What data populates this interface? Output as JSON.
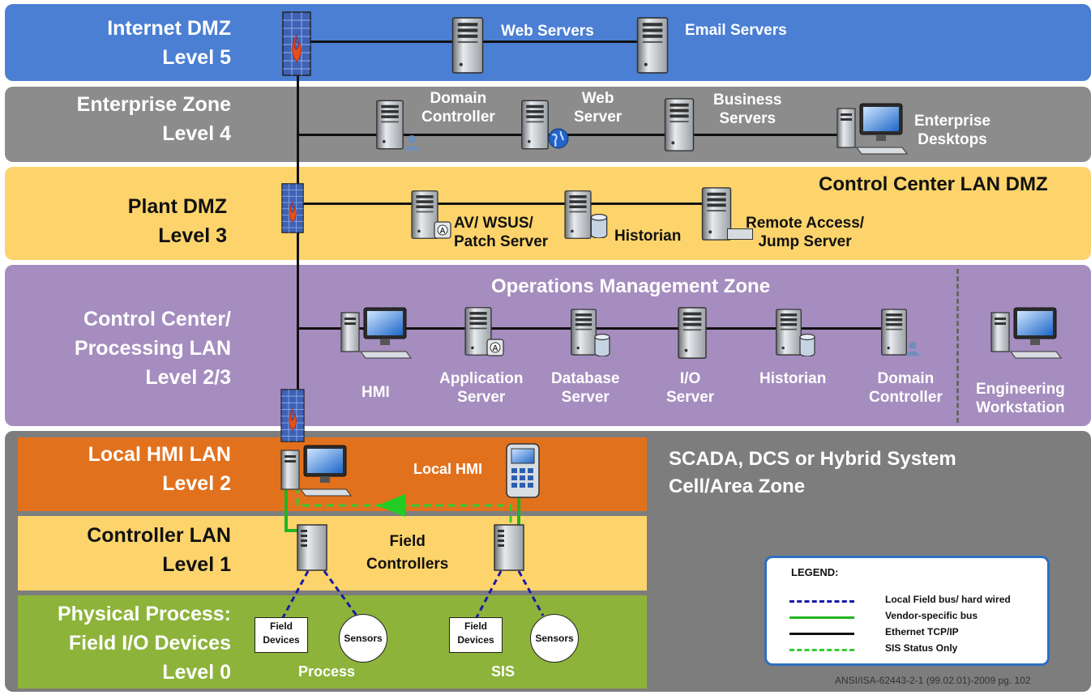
{
  "levels": {
    "internet_dmz": {
      "name": "Internet DMZ",
      "level": "Level 5",
      "color": "#4a7fd4"
    },
    "enterprise": {
      "name": "Enterprise Zone",
      "level": "Level 4",
      "color": "#8c8c8c"
    },
    "plant_dmz": {
      "name": "Plant DMZ",
      "level": "Level 3",
      "color": "#fdd46b"
    },
    "control_center": {
      "line1": "Control Center/",
      "line2": "Processing LAN",
      "level": "Level 2/3",
      "color": "#a58dbf"
    },
    "local_hmi": {
      "name": "Local HMI LAN",
      "level": "Level 2",
      "color": "#e2711d"
    },
    "controller": {
      "name": "Controller LAN",
      "level": "Level 1",
      "color": "#fdd46b"
    },
    "physical": {
      "line1": "Physical Process:",
      "line2": "Field I/O Devices",
      "level": "Level 0",
      "color": "#8db33a"
    }
  },
  "zones": {
    "control_center_dmz": "Control Center LAN DMZ",
    "operations": "Operations Management Zone",
    "scada1": "SCADA, DCS or Hybrid System",
    "scada2": "Cell/Area Zone"
  },
  "devices": {
    "web_servers": "Web Servers",
    "email_servers": "Email Servers",
    "domain_controller_l4": [
      "Domain",
      "Controller"
    ],
    "web_server_l4": [
      "Web",
      "Server"
    ],
    "business_servers": [
      "Business",
      "Servers"
    ],
    "enterprise_desktops": [
      "Enterprise",
      "Desktops"
    ],
    "av_wsus": [
      "AV/ WSUS/",
      "Patch Server"
    ],
    "historian_l3": "Historian",
    "remote_access": [
      "Remote Access/",
      "Jump Server"
    ],
    "hmi": "HMI",
    "application_server": [
      "Application",
      "Server"
    ],
    "database_server": [
      "Database",
      "Server"
    ],
    "io_server": [
      "I/O",
      "Server"
    ],
    "historian_l2": "Historian",
    "domain_controller_l2": [
      "Domain",
      "Controller"
    ],
    "engineering_workstation": [
      "Engineering",
      "Workstation"
    ],
    "local_hmi": "Local HMI",
    "field_controllers": [
      "Field",
      "Controllers"
    ],
    "field_devices": [
      "Field",
      "Devices"
    ],
    "sensors": "Sensors",
    "process": "Process",
    "sis": "SIS"
  },
  "legend": {
    "title": "LEGEND:",
    "items": [
      {
        "label": "Local Field bus/ hard wired",
        "color": "#1a1aa8",
        "style": "dashed"
      },
      {
        "label": "Vendor-specific bus",
        "color": "#22b422",
        "style": "solid"
      },
      {
        "label": "Ethernet TCP/IP",
        "color": "#111111",
        "style": "solid"
      },
      {
        "label": "SIS Status Only",
        "color": "#33cc33",
        "style": "dashed"
      }
    ]
  },
  "citation": "ANSI/ISA-62443-2-1 (99.02.01)-2009  pg. 102"
}
